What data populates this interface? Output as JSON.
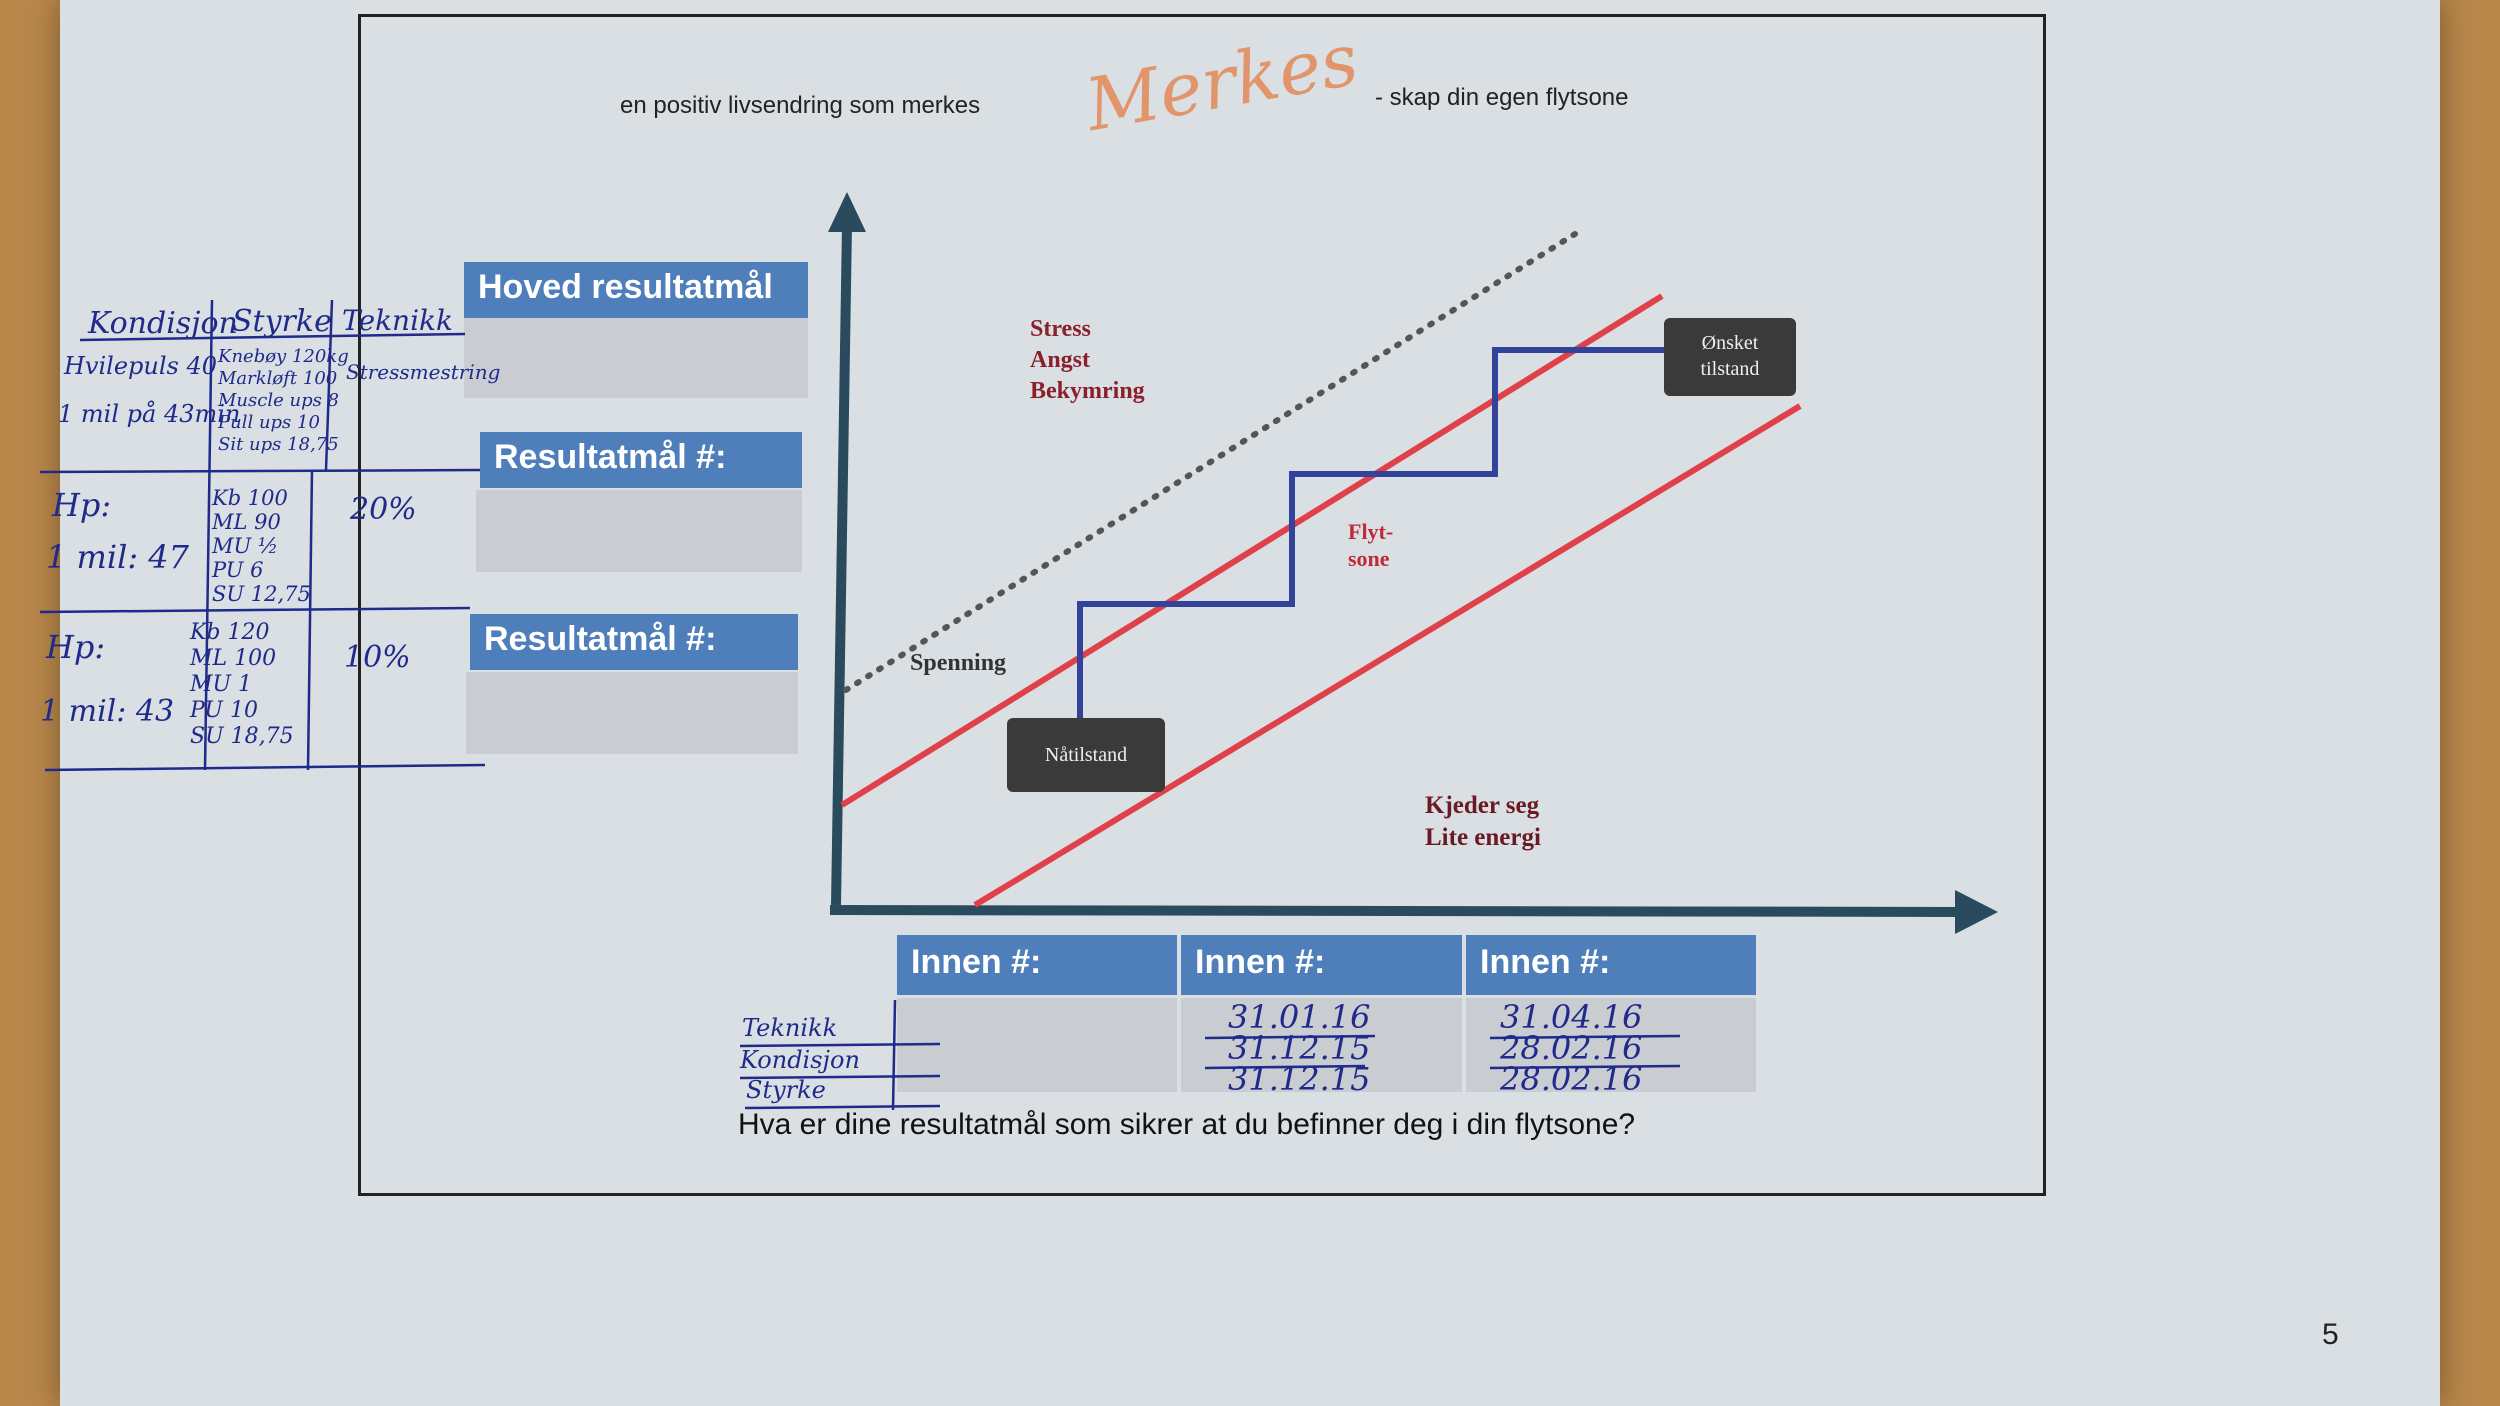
{
  "header": {
    "slogan_left": "en positiv livsendring som merkes",
    "logo_text": "Merkes",
    "slogan_right": "- skap din egen flytsone"
  },
  "goals": {
    "main_title": "Hoved resultatmål",
    "sub_title_1": "Resultatmål #:",
    "sub_title_2": "Resultatmål #:"
  },
  "handwritten_table": {
    "headers": [
      "Kondisjon",
      "Styrke",
      "Teknikk"
    ],
    "block1": {
      "kondisjon": [
        "Hvilepuls 40",
        "1 mil på 43min"
      ],
      "styrke": [
        "Knebøy 120kg",
        "Markløft 100",
        "Muscle ups 8",
        "Pull ups 10",
        "Sit ups 18,75"
      ],
      "teknikk": "Stressmestring"
    },
    "block2": {
      "kondisjon": [
        "Hp:",
        "1 mil: 47"
      ],
      "styrke": [
        "Kb 100",
        "ML 90",
        "MU ½",
        "PU 6",
        "SU 12,75"
      ],
      "teknikk": "20%"
    },
    "block3": {
      "kondisjon": [
        "Hp:",
        "1 mil: 43"
      ],
      "styrke": [
        "Kb 120",
        "ML 100",
        "MU 1",
        "PU 10",
        "SU 18,75"
      ],
      "teknikk": "10%"
    }
  },
  "chart": {
    "stress_lines": [
      "Stress",
      "Angst",
      "Bekymring"
    ],
    "spenning": "Spenning",
    "flytsone": [
      "Flyt-",
      "sone"
    ],
    "boredom_lines": [
      "Kjeder seg",
      "Lite energi"
    ],
    "current_state": "Nåtilstand",
    "desired_state": [
      "Ønsket",
      "tilstand"
    ]
  },
  "timeline": {
    "headers": [
      "Innen #:",
      "Innen #:",
      "Innen #:"
    ],
    "row_labels": [
      "Teknikk",
      "Kondisjon",
      "Styrke"
    ],
    "col2_dates": [
      "31.01.16",
      "31.12.15",
      "31.12.15"
    ],
    "col3_dates": [
      "31.04.16",
      "28.02.16",
      "28.02.16"
    ]
  },
  "question": "Hva er dine resultatmål som sikrer at du befinner deg i din flytsone?",
  "page_number": "5",
  "colors": {
    "blue_header": "#4f7fba",
    "zone_line_red": "#e0404a",
    "step_line_blue": "#33439a",
    "axis": "#2a4a5e"
  }
}
